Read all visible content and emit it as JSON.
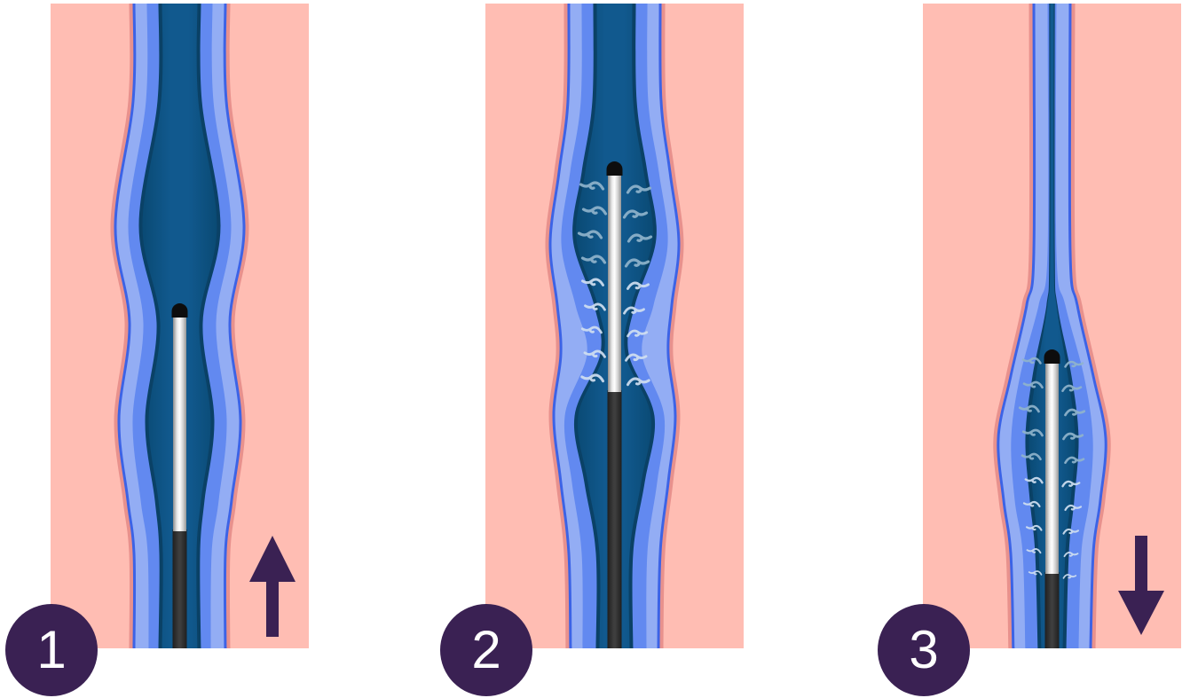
{
  "figure": {
    "kind": "vein-ablation-procedure-diagram",
    "steps": [
      {
        "label": "1",
        "arrow": "up",
        "waves": false
      },
      {
        "label": "2",
        "arrow": "none",
        "waves": true
      },
      {
        "label": "3",
        "arrow": "down",
        "waves": true
      }
    ]
  },
  "icons": {
    "up_arrow": "up-arrow-icon",
    "down_arrow": "down-arrow-icon",
    "energy_wave": "energy-wave-icon",
    "step_badge": "step-badge"
  },
  "colors": {
    "page_background": "#ffffff",
    "tissue_pink": "#ffbdb3",
    "vein_outline_salmon": "#e8918d",
    "vein_outline_blue": "#3c63e6",
    "vein_wall_light_blue": "#93adf4",
    "vein_wall_royal_blue": "#6289f0",
    "lumen_rim_navy": "#0a4166",
    "lumen_navy_dark": "#0a4a74",
    "lumen_navy_light": "#11598e",
    "energy_wave_steel": "#8fb3cb",
    "energy_wave_pale": "#cfdef0",
    "arrow_purple": "#3a2153",
    "badge_purple": "#3a2153",
    "badge_text": "#ffffff",
    "fiber_tip_black": "#0d0d0d",
    "catheter_black": "#2b2b2b",
    "fiber_white": "#ffffff"
  }
}
